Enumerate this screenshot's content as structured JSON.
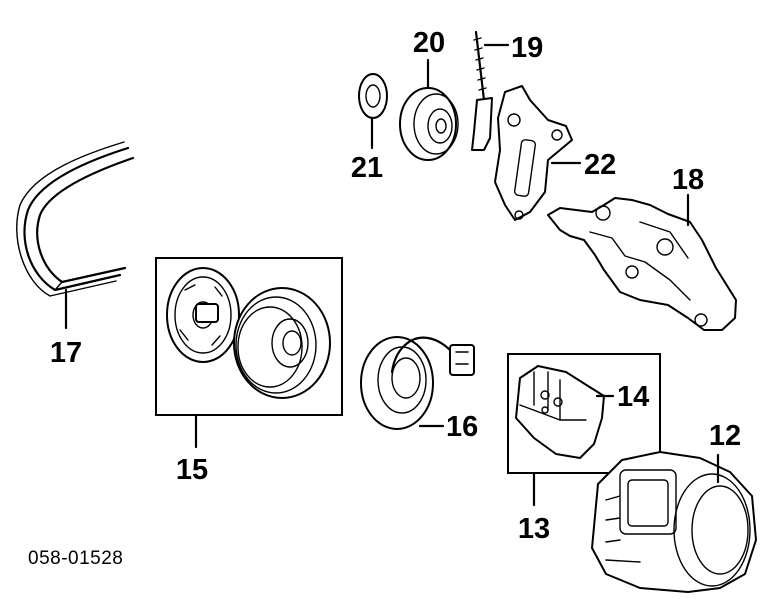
{
  "labels": {
    "p12": "12",
    "p13": "13",
    "p14": "14",
    "p15": "15",
    "p16": "16",
    "p17": "17",
    "p18": "18",
    "p19": "19",
    "p20": "20",
    "p21": "21",
    "p22": "22"
  },
  "diagram_code": "058-01528"
}
